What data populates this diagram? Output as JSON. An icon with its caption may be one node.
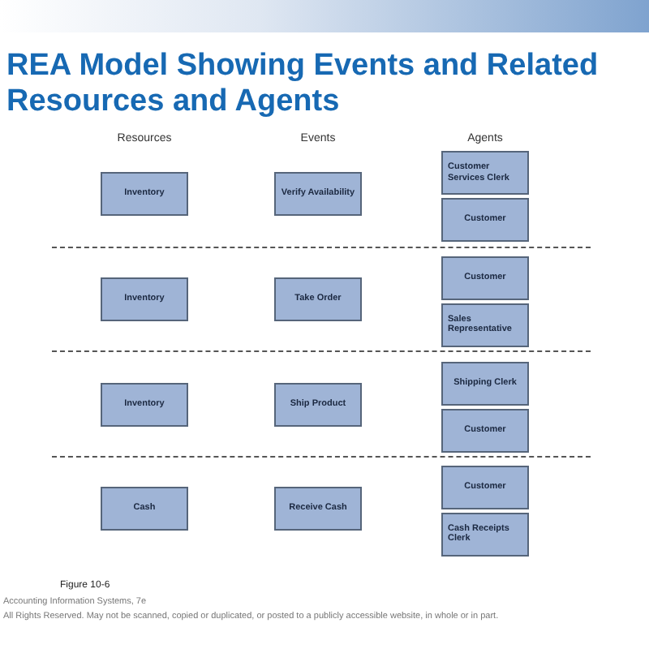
{
  "diagram": {
    "title": "REA Model Showing Events and Related Resources and Agents",
    "nodes": [
      {
        "text": [
          "Inventory"
        ]
      },
      {
        "text": [
          "Verify Availability"
        ]
      },
      {
        "text": [
          "Customer Services Clerk"
        ]
      },
      {
        "text": [
          "Customer"
        ]
      },
      {
        "text": [
          "Inventory"
        ]
      },
      {
        "text": [
          "Take Order"
        ]
      },
      {
        "text": [
          "Customer"
        ]
      },
      {
        "text": [
          "Sales Representative"
        ]
      },
      {
        "text": [
          "Inventory"
        ]
      },
      {
        "text": [
          "Ship Product"
        ]
      },
      {
        "text": [
          "Shipping Clerk"
        ]
      },
      {
        "text": [
          "Customer"
        ]
      },
      {
        "text": [
          "Cash"
        ]
      },
      {
        "text": [
          "Receive Cash"
        ]
      },
      {
        "text": [
          "Customer"
        ]
      },
      {
        "text": [
          "Cash Receipts Clerk"
        ]
      }
    ],
    "edges": [],
    "labels": [
      "Resources",
      "Events",
      "Agents",
      "Figure 10-6",
      "Accounting Information Systems, 7e",
      "All Rights Reserved. May not be scanned, copied or duplicated, or posted to a publicly accessible website, in whole or in part."
    ]
  }
}
